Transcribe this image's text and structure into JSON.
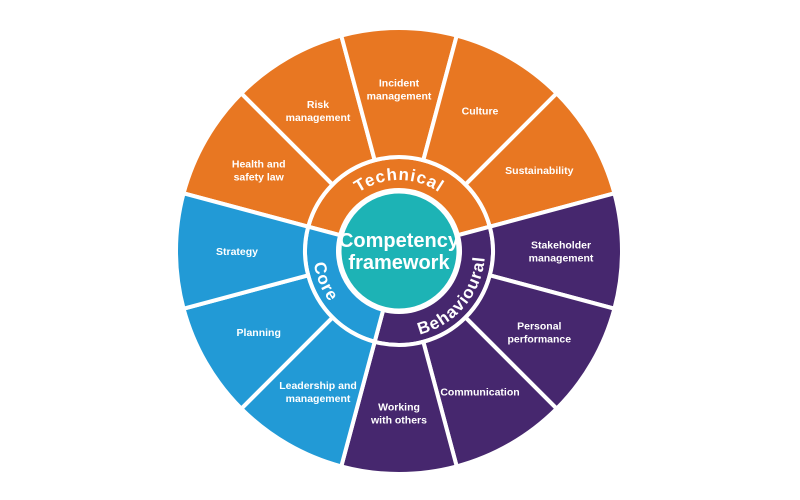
{
  "center": {
    "lines": [
      "Competency",
      "framework"
    ],
    "color": "#1DB3B5"
  },
  "groups": [
    {
      "name": "Technical",
      "color": "#E87722",
      "items": [
        [
          "Health and",
          "safety law"
        ],
        [
          "Risk",
          "management"
        ],
        [
          "Incident",
          "management"
        ],
        [
          "Culture"
        ],
        [
          "Sustainability"
        ]
      ]
    },
    {
      "name": "Behavioural",
      "color": "#46276E",
      "items": [
        [
          "Stakeholder",
          "management"
        ],
        [
          "Personal",
          "performance"
        ],
        [
          "Communication"
        ],
        [
          "Working",
          "with others"
        ]
      ]
    },
    {
      "name": "Core",
      "color": "#229AD6",
      "items": [
        [
          "Leadership and",
          "management"
        ],
        [
          "Planning"
        ],
        [
          "Strategy"
        ]
      ]
    }
  ]
}
